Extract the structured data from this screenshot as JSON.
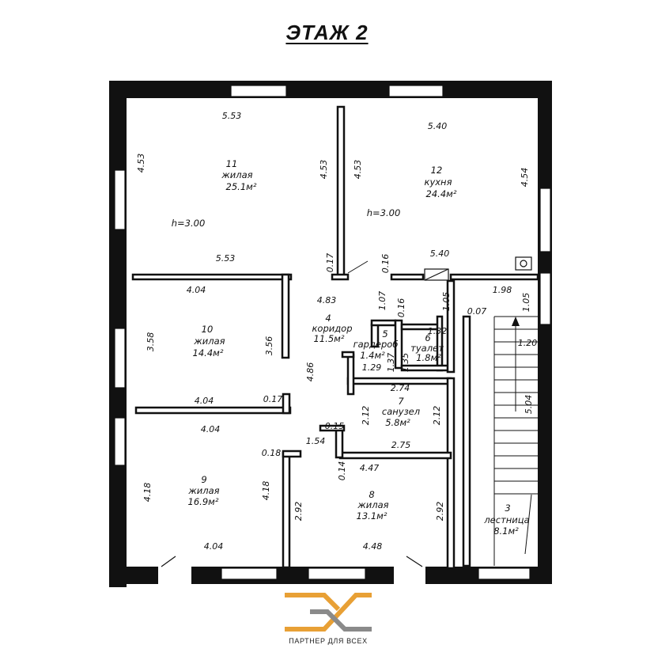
{
  "title": "ЭТАЖ 2",
  "rooms": [
    {
      "number": "11",
      "type": "жилая",
      "area": "25.1м²",
      "height": "h=3.00"
    },
    {
      "number": "12",
      "type": "кухня",
      "area": "24.4м²",
      "height": "h=3.00"
    },
    {
      "number": "10",
      "type": "жилая",
      "area": "14.4м²"
    },
    {
      "number": "4",
      "type": "коридор",
      "area": "11.5м²"
    },
    {
      "number": "5",
      "type": "гардероб",
      "area": "1.4м²"
    },
    {
      "number": "6",
      "type": "туалет",
      "area": "1.8м²"
    },
    {
      "number": "7",
      "type": "санузел",
      "area": "5.8м²"
    },
    {
      "number": "9",
      "type": "жилая",
      "area": "16.9м²"
    },
    {
      "number": "8",
      "type": "жилая",
      "area": "13.1м²"
    },
    {
      "number": "3",
      "type": "лестница",
      "area": "8.1м²"
    }
  ],
  "dimensions": {
    "r11_top": "5.53",
    "r11_left": "4.53",
    "r11_right": "4.53",
    "r11_bottom": "5.53",
    "r12_left": "4.53",
    "r12_top": "5.40",
    "r12_right": "4.54",
    "r12_bottom": "5.40",
    "wall_017": "0.17",
    "wall_016": "0.16",
    "r10_top": "4.04",
    "r10_left": "3.58",
    "r10_right": "3.56",
    "r10_bottom": "4.04",
    "wall_017b": "0.17",
    "cor_483": "4.83",
    "cor_486": "4.86",
    "cor_154": "1.54",
    "wall_015": "0.15",
    "d107": "1.07",
    "d016b": "0.16",
    "d105a": "1.05",
    "d198": "1.98",
    "d105b": "1.05",
    "d007": "0.07",
    "d132": "1.32",
    "d137": "1.37",
    "d135": "1.35",
    "d129": "1.29",
    "d274": "2.74",
    "d212a": "2.12",
    "d212b": "2.12",
    "d275": "2.75",
    "d120": "1.20",
    "d504": "5.04",
    "r9_top": "4.04",
    "r9_left": "4.18",
    "r9_right": "4.18",
    "r9_bottom": "4.04",
    "wall_018": "0.18",
    "d292a": "2.92",
    "d014": "0.14",
    "d447": "4.47",
    "d292b": "2.92",
    "d448": "4.48"
  },
  "brand": {
    "tagline": "ПАРТНЕР ДЛЯ ВСЕХ",
    "color_orange": "#e8a035",
    "color_gray": "#8a8a8a"
  }
}
